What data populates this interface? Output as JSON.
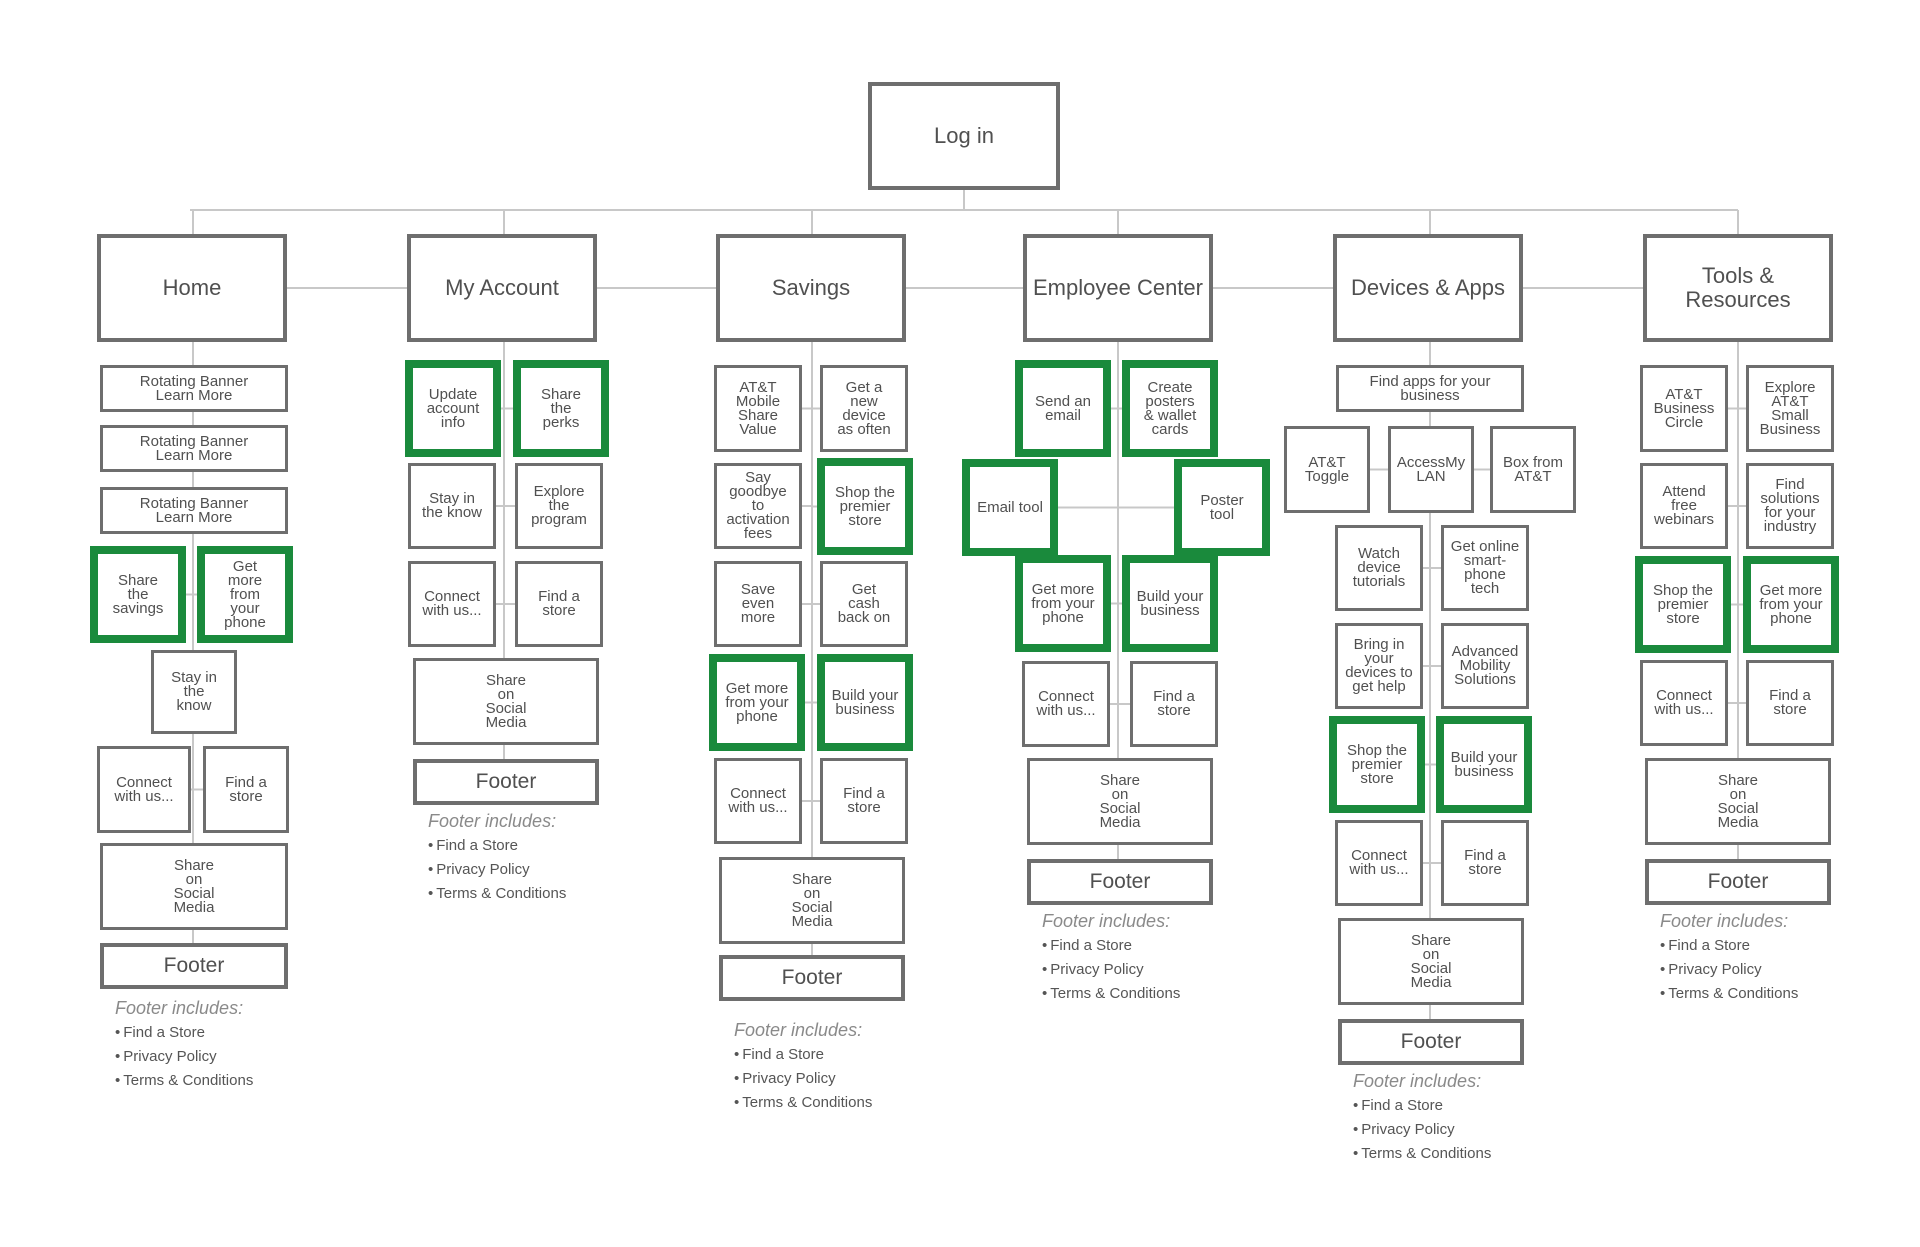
{
  "login": "Log in",
  "columns": [
    {
      "title": "Home",
      "items": [
        "Rotating Banner\nLearn More",
        "Rotating Banner\nLearn More",
        "Rotating Banner\nLearn More",
        "Share\nthe\nsavings",
        "Get\nmore\nfrom\nyour\nphone",
        "Stay in\nthe\nknow",
        "Connect\nwith us...",
        "Find a\nstore",
        "Share\non\nSocial\nMedia"
      ],
      "footer": "Footer",
      "notes_title": "Footer includes:",
      "notes": [
        "Find a Store",
        "Privacy Policy",
        "Terms & Conditions"
      ]
    },
    {
      "title": "My Account",
      "items": [
        "Update\naccount\ninfo",
        "Share\nthe\nperks",
        "Stay in\nthe know",
        "Explore\nthe\nprogram",
        "Connect\nwith us...",
        "Find a\nstore",
        "Share\non\nSocial\nMedia"
      ],
      "footer": "Footer",
      "notes_title": "Footer includes:",
      "notes": [
        "Find a Store",
        "Privacy Policy",
        "Terms & Conditions"
      ]
    },
    {
      "title": "Savings",
      "items": [
        "AT&T\nMobile\nShare\nValue",
        "Get a\nnew\ndevice\nas often",
        "Say\ngoodbye\nto\nactivation\nfees",
        "Shop the\npremier\nstore",
        "Save\neven\nmore",
        "Get\ncash\nback on",
        "Get more\nfrom your\nphone",
        "Build your\nbusiness",
        "Connect\nwith us...",
        "Find a\nstore",
        "Share\non\nSocial\nMedia"
      ],
      "footer": "Footer",
      "notes_title": "Footer includes:",
      "notes": [
        "Find a Store",
        "Privacy Policy",
        "Terms & Conditions"
      ]
    },
    {
      "title": "Employee Center",
      "items": [
        "Send an\nemail",
        "Create\nposters\n& wallet\ncards",
        "Email tool",
        "Poster\ntool",
        "Get more\nfrom your\nphone",
        "Build your\nbusiness",
        "Connect\nwith us...",
        "Find a\nstore",
        "Share\non\nSocial\nMedia"
      ],
      "footer": "Footer",
      "notes_title": "Footer includes:",
      "notes": [
        "Find a Store",
        "Privacy Policy",
        "Terms & Conditions"
      ]
    },
    {
      "title": "Devices & Apps",
      "items": [
        "Find apps for your\nbusiness",
        "AT&T\nToggle",
        "AccessMy\nLAN",
        "Box from\nAT&T",
        "Watch\ndevice\ntutorials",
        "Get online\nsmart-\nphone\ntech",
        "Bring in\nyour\ndevices to\nget help",
        "Advanced\nMobility\nSolutions",
        "Shop the\npremier\nstore",
        "Build your\nbusiness",
        "Connect\nwith us...",
        "Find a\nstore",
        "Share\non\nSocial\nMedia"
      ],
      "footer": "Footer",
      "notes_title": "Footer includes:",
      "notes": [
        "Find a Store",
        "Privacy Policy",
        "Terms & Conditions"
      ]
    },
    {
      "title": "Tools & Resources",
      "items": [
        "AT&T\nBusiness\nCircle",
        "Explore\nAT&T\nSmall\nBusiness",
        "Attend\nfree\nwebinars",
        "Find\nsolutions\nfor your\nindustry",
        "Shop the\npremier\nstore",
        "Get more\nfrom your\nphone",
        "Connect\nwith us...",
        "Find a\nstore",
        "Share\non\nSocial\nMedia"
      ],
      "footer": "Footer",
      "notes_title": "Footer includes:",
      "notes": [
        "Find a Store",
        "Privacy Policy",
        "Terms & Conditions"
      ]
    }
  ],
  "colors": {
    "border": "#6e6e6e",
    "highlight": "#1a8a3c",
    "connector": "#c8c8c8"
  }
}
